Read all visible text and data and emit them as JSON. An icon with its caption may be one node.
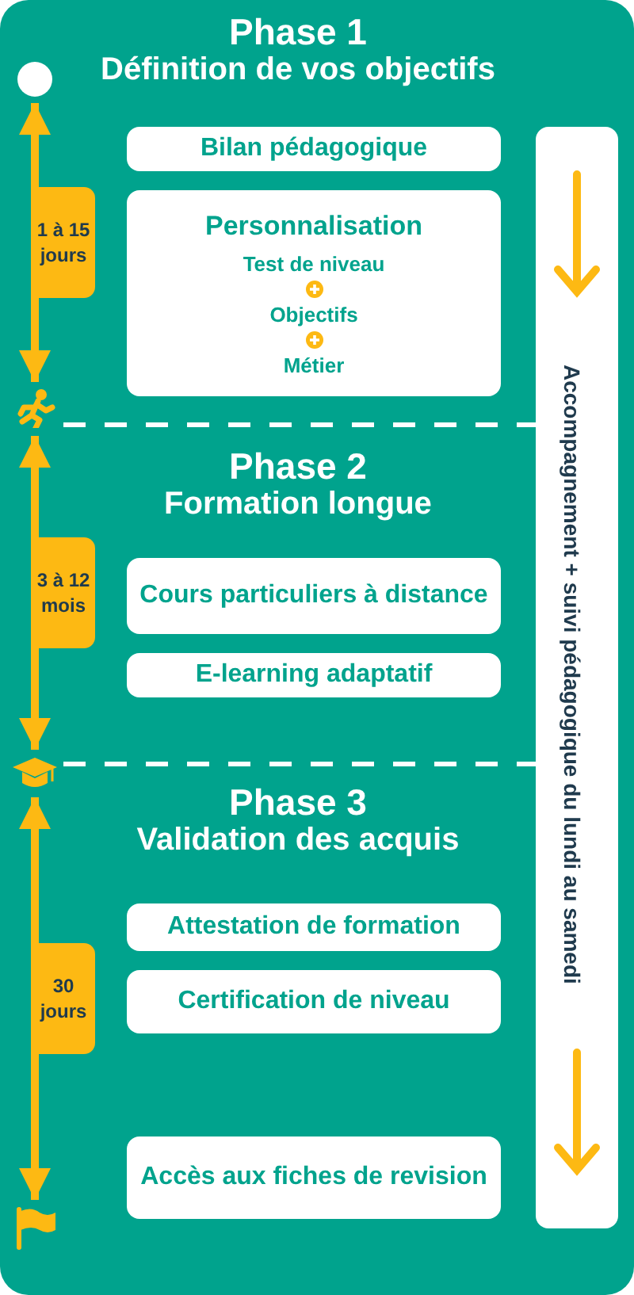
{
  "diagram": {
    "nodes": [
      {
        "text": [
          "Phase 1",
          "Définition de vos objectifs"
        ]
      },
      {
        "text": [
          "Bilan pédagogique"
        ],
        "in": 0
      },
      {
        "text": [
          "Personnalisation",
          "Test de niveau",
          "Objectifs",
          "Métier"
        ],
        "in": 0
      },
      {
        "text": [
          "Phase 2",
          "Formation longue"
        ]
      },
      {
        "text": [
          "Cours particuliers à distance"
        ],
        "in": 3
      },
      {
        "text": [
          "E-learning adaptatif"
        ],
        "in": 3
      },
      {
        "text": [
          "Phase 3",
          "Validation des acquis"
        ]
      },
      {
        "text": [
          "Attestation de formation"
        ],
        "in": 6
      },
      {
        "text": [
          "Certification de niveau"
        ],
        "in": 6
      },
      {
        "text": [
          "Accès aux fiches de revision"
        ],
        "in": 6
      },
      {
        "text": [
          "Accompagnement + suivi pédagogique du lundi au samedi"
        ]
      },
      {
        "text": [],
        "shape": "circle",
        "in": 0
      },
      {
        "text": [],
        "shape": "person",
        "in": 0
      },
      {
        "text": [],
        "shape": "cap"
      },
      {
        "text": [],
        "shape": "flag",
        "in": 6
      }
    ],
    "edges": [
      {
        "from": 11,
        "to": 12,
        "arrow": "both",
        "label": "1 à 15 jours"
      },
      {
        "from": 12,
        "to": 13,
        "arrow": "both",
        "label": "3 à 12 mois"
      },
      {
        "from": 13,
        "to": 14,
        "arrow": "both",
        "label": "30 jours"
      }
    ]
  }
}
